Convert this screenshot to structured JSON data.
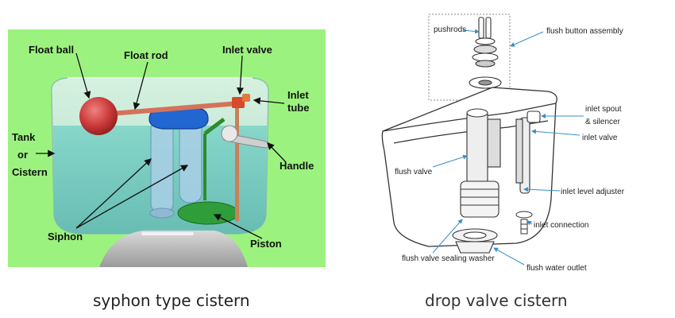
{
  "left_diagram": {
    "background_color": "#9cf27f",
    "labels": {
      "float_ball": "Float ball",
      "float_rod": "Float rod",
      "inlet_valve": "Inlet valve",
      "inlet_tube_line1": "Inlet",
      "inlet_tube_line2": "tube",
      "tank_line1": "Tank",
      "tank_line2": "or",
      "tank_line3": "Cistern",
      "handle": "Handle",
      "siphon": "Siphon",
      "piston": "Piston"
    },
    "caption": "syphon type cistern"
  },
  "right_diagram": {
    "labels": {
      "pushrods": "pushrods",
      "flush_button_assembly": "flush button assembly",
      "inlet_spout_line1": "inlet spout",
      "inlet_spout_line2": "& silencer",
      "inlet_valve": "inlet valve",
      "flush_valve": "flush valve",
      "inlet_level_adjuster": "inlet level adjuster",
      "inlet_connection": "inlet connection",
      "flush_valve_sealing_washer": "flush valve sealing washer",
      "flush_water_outlet": "flush water outlet"
    },
    "caption": "drop valve cistern"
  }
}
